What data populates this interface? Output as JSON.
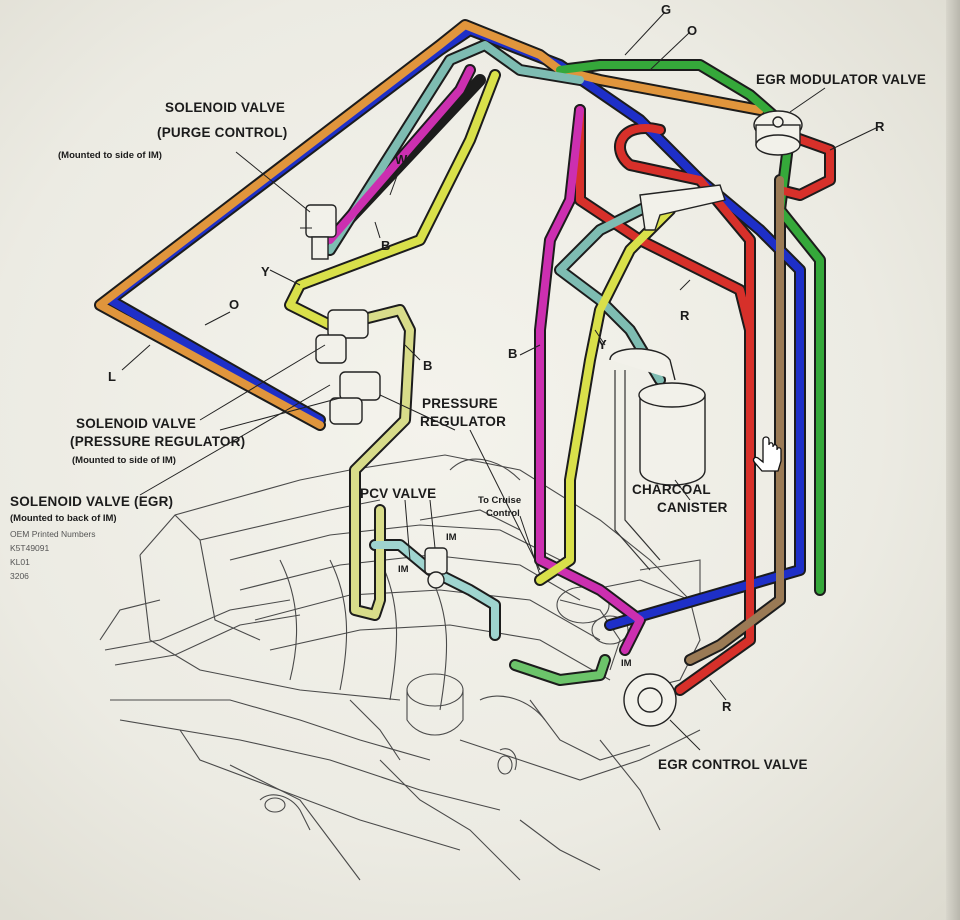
{
  "colors": {
    "blue": "#1e2fc8",
    "orange": "#e0953c",
    "green": "#35a83a",
    "red": "#d7302a",
    "magenta": "#cc2fb0",
    "yellow": "#d9e04a",
    "teal": "#7ebcb2",
    "brown": "#9a7a55",
    "cyan_light": "#9fd4cf",
    "green_light": "#6cc46a"
  },
  "labels": {
    "egr_modulator_valve": "EGR MODULATOR VALVE",
    "solenoid_purge_line1": "SOLENOID VALVE",
    "solenoid_purge_line2": "(PURGE CONTROL)",
    "solenoid_purge_note": "(Mounted to side of IM)",
    "solenoid_pressure_line1": "SOLENOID VALVE",
    "solenoid_pressure_line2": "(PRESSURE REGULATOR)",
    "solenoid_pressure_note": "(Mounted to side of IM)",
    "solenoid_egr_line1": "SOLENOID VALVE (EGR)",
    "solenoid_egr_note": "(Mounted to back of IM)",
    "oem_note_title": "OEM Printed Numbers",
    "oem_note_1": "K5T49091",
    "oem_note_2": "KL01",
    "oem_note_3": "3206",
    "pressure_regulator_line1": "PRESSURE",
    "pressure_regulator_line2": "REGULATOR",
    "pcv_valve": "PCV VALVE",
    "to_cruise_control_line1": "To Cruise",
    "to_cruise_control_line2": "Control",
    "im_1": "IM",
    "im_2": "IM",
    "im_3": "IM",
    "charcoal_canister_line1": "CHARCOAL",
    "charcoal_canister_line2": "CANISTER",
    "egr_control_valve": "EGR CONTROL VALVE"
  },
  "hose_letters": {
    "g": "G",
    "o_top": "O",
    "r_top": "R",
    "w": "W",
    "b_purge": "B",
    "y_left": "Y",
    "o_left": "O",
    "l_left": "L",
    "b_mid": "B",
    "b_center": "B",
    "y_center": "Y",
    "r_mid": "R",
    "r_bottom": "R"
  }
}
